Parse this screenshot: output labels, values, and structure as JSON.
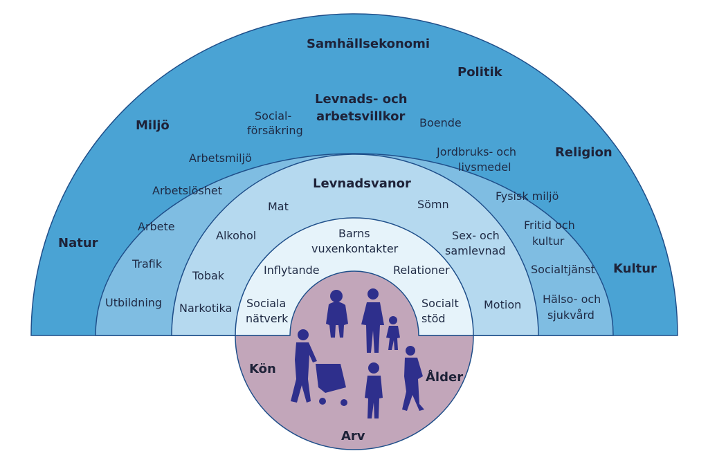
{
  "colors": {
    "outer": "#4aa3d4",
    "second": "#7fbde2",
    "third": "#b5d9ef",
    "inner": "#e6f3fa",
    "core": "#c2a6ba",
    "stroke": "#1f4f8a",
    "figure": "#2e2f8c"
  },
  "outer_ring": {
    "title": "Samhällsekonomi",
    "left_top": "Miljö",
    "left": "Natur",
    "right_top": "Politik",
    "right_mid": "Religion",
    "right": "Kultur"
  },
  "ring2": {
    "title_line1": "Levnads- och",
    "title_line2": "arbetsvillkor",
    "items": {
      "social_1": "Social-",
      "social_2": "försäkring",
      "boende": "Boende",
      "jord_1": "Jordbruks- och",
      "jord_2": "livsmedel",
      "arbetsmiljo": "Arbetsmiljö",
      "fysisk": "Fysisk miljö",
      "arbetsloshet": "Arbetslöshet",
      "fritid_1": "Fritid och",
      "fritid_2": "kultur",
      "arbete": "Arbete",
      "socialtjanst": "Socialtjänst",
      "trafik": "Trafik",
      "halso_1": "Hälso- och",
      "halso_2": "sjukvård",
      "utbildning": "Utbildning"
    }
  },
  "ring3": {
    "title": "Levnadsvanor",
    "items": {
      "mat": "Mat",
      "somn": "Sömn",
      "alkohol": "Alkohol",
      "sex_1": "Sex- och",
      "sex_2": "samlevnad",
      "tobak": "Tobak",
      "narkotika": "Narkotika",
      "motion": "Motion"
    }
  },
  "ring4": {
    "items": {
      "barns_1": "Barns",
      "barns_2": "vuxenkontakter",
      "inflytande": "Inflytande",
      "relationer": "Relationer",
      "sociala_1": "Sociala",
      "sociala_2": "nätverk",
      "socialt_1": "Socialt",
      "socialt_2": "stöd"
    }
  },
  "core": {
    "kon": "Kön",
    "alder": "Ålder",
    "arv": "Arv"
  }
}
